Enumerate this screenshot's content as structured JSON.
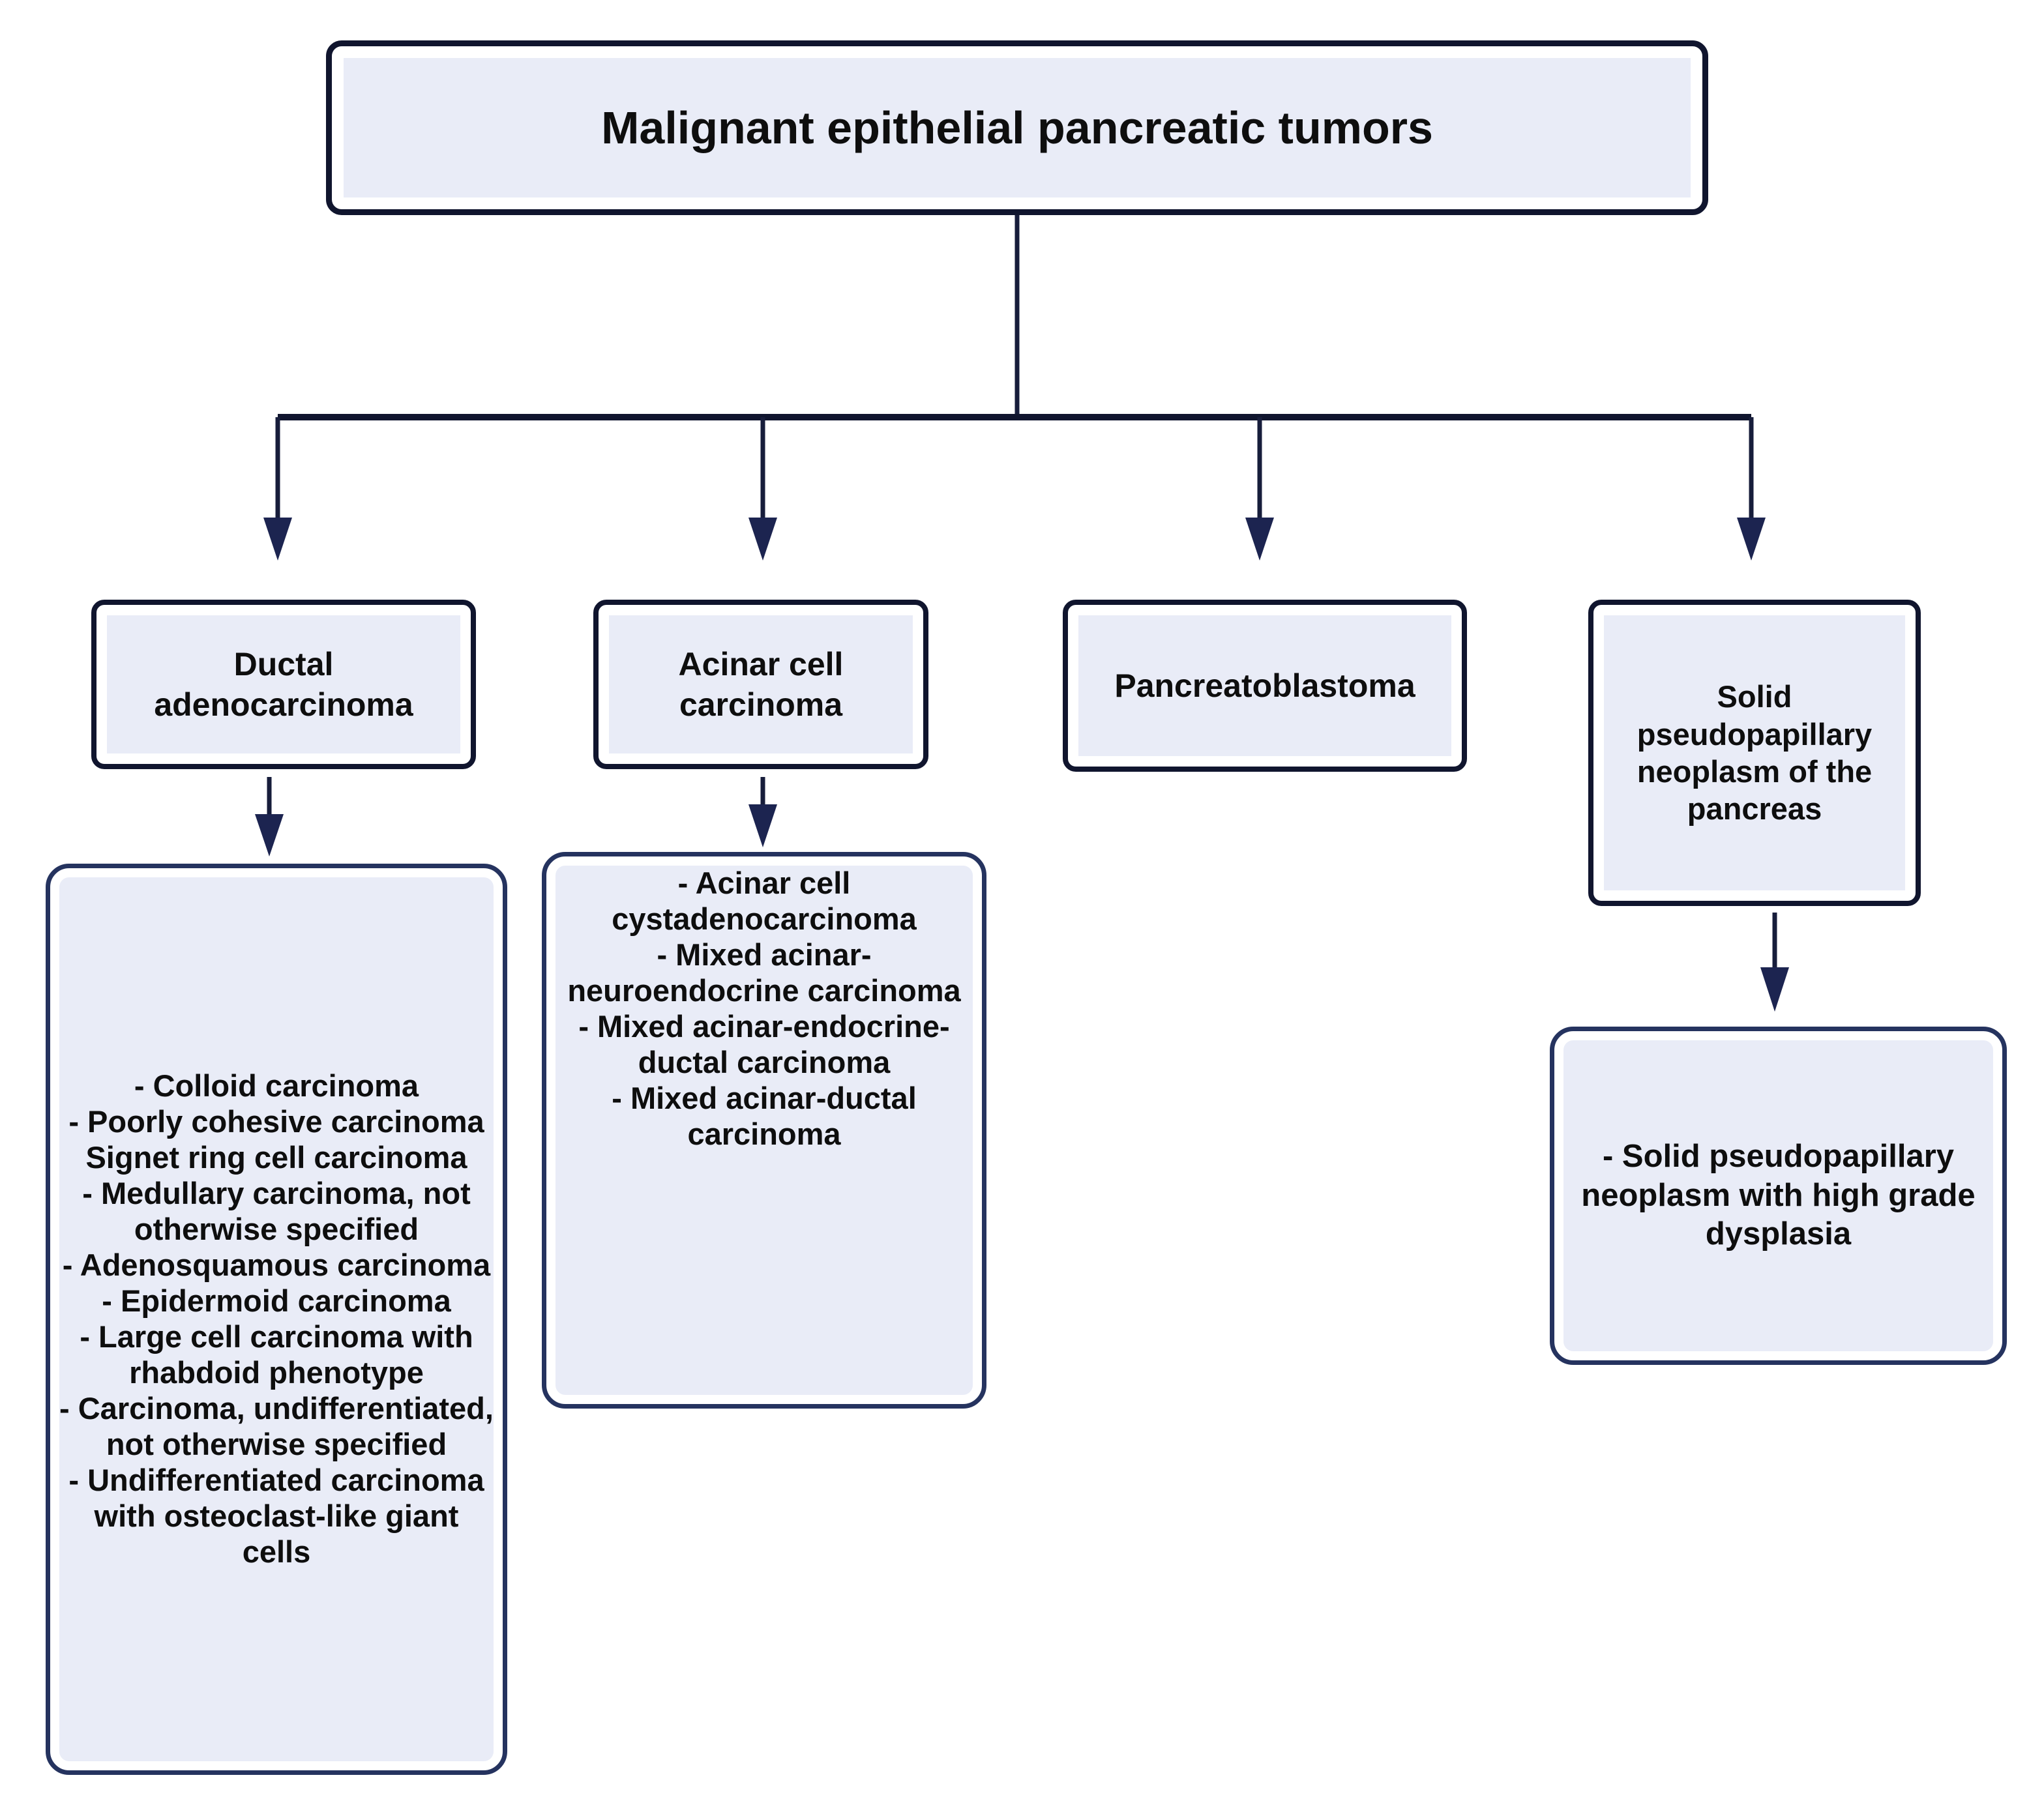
{
  "diagram": {
    "root": {
      "label": "Malignant epithelial pancreatic tumors"
    },
    "level2": {
      "ductal": {
        "label": "Ductal adenocarcinoma"
      },
      "acinar": {
        "label": "Acinar cell carcinoma"
      },
      "pancreatoblastoma": {
        "label": "Pancreatoblastoma"
      },
      "spn": {
        "label": "Solid pseudopapillary neoplasm of the pancreas"
      }
    },
    "subtypes": {
      "ductal": [
        "- Colloid carcinoma",
        "- Poorly cohesive carcinoma",
        "Signet ring cell carcinoma",
        "- Medullary carcinoma, not otherwise specified",
        "- Adenosquamous carcinoma",
        "- Epidermoid carcinoma",
        "- Large cell carcinoma with rhabdoid phenotype",
        "- Carcinoma, undifferentiated, not otherwise specified",
        "- Undifferentiated carcinoma with osteoclast-like giant cells"
      ],
      "acinar": [
        "- Acinar cell cystadenocarcinoma",
        "- Mixed acinar-neuroendocrine carcinoma",
        "- Mixed acinar-endocrine-ductal carcinoma",
        "- Mixed acinar-ductal carcinoma"
      ],
      "spn": [
        "- Solid pseudopapillary neoplasm with high grade dysplasia"
      ]
    },
    "colors": {
      "box_fill": "#e9ecf7",
      "outer_border": "#10152e",
      "list_border": "#25335f",
      "connector": "#171d3b",
      "arrowhead": "#1c2450",
      "text": "#0e0e0e",
      "background": "#ffffff"
    }
  }
}
